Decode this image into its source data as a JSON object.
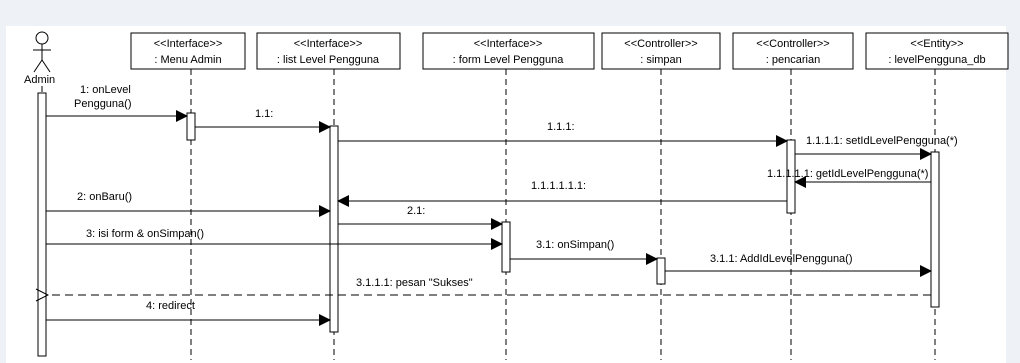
{
  "actor": {
    "label": "Admin"
  },
  "lifelines": [
    {
      "stereotype": "<<Interface>>",
      "name": ": Menu Admin"
    },
    {
      "stereotype": "<<Interface>>",
      "name": ": list Level Pengguna"
    },
    {
      "stereotype": "<<Interface>>",
      "name": ": form Level Pengguna"
    },
    {
      "stereotype": "<<Controller>>",
      "name": ": simpan"
    },
    {
      "stereotype": "<<Controller>>",
      "name": ": pencarian"
    },
    {
      "stereotype": "<<Entity>>",
      "name": ": levelPengguna_db"
    }
  ],
  "messages": [
    {
      "label_line1": "1: onLevel",
      "label_line2": "Pengguna()"
    },
    {
      "label": "1.1:"
    },
    {
      "label": "1.1.1:"
    },
    {
      "label": "1.1.1.1: setIdLevelPengguna(*)"
    },
    {
      "label": "1.1.1.1.1: getIdLevelPengguna(*)"
    },
    {
      "label": "1.1.1.1.1.1:"
    },
    {
      "label": "2: onBaru()"
    },
    {
      "label": "2.1:"
    },
    {
      "label": "3: isi form & onSimpan()"
    },
    {
      "label": "3.1: onSimpan()"
    },
    {
      "label": "3.1.1: AddIdLevelPengguna()"
    },
    {
      "label": "3.1.1.1: pesan \"Sukses\""
    },
    {
      "label": "4: redirect"
    }
  ]
}
